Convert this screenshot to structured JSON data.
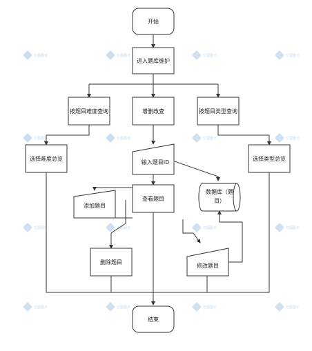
{
  "colors": {
    "stroke": "#333333",
    "fill": "#ffffff",
    "text": "#222222",
    "watermark": "#cfe0f1"
  },
  "nodes": {
    "start": "开始",
    "enter_maint": "进入题库维护",
    "by_difficulty": "按题目难度查询",
    "crud": "增删改查",
    "by_type": "按题目类型查询",
    "select_difficulty": "选择难度总览",
    "input_id": "输入题目ID",
    "select_type": "选择类型总览",
    "add": "添加题目",
    "view": "查看题目",
    "database": "数据库（题目）",
    "delete": "删除题目",
    "modify": "修改题目",
    "end": "结束"
  },
  "watermark": {
    "text": "亿图图示",
    "icon": "diamond-logo-icon"
  }
}
